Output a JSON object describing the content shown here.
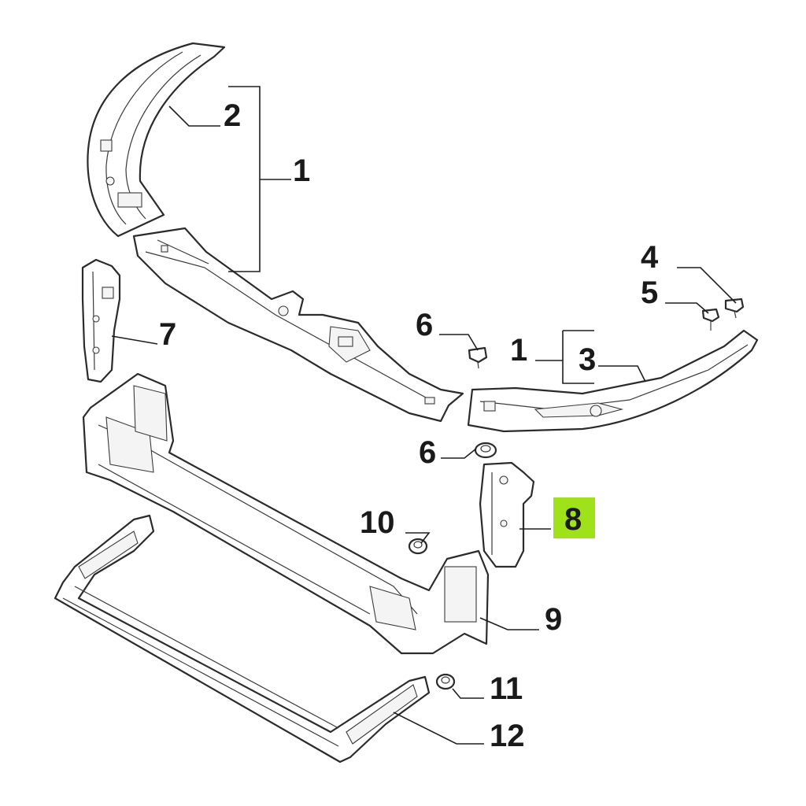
{
  "callouts": [
    {
      "id": "c1_top",
      "text": "1"
    },
    {
      "id": "c2",
      "text": "2"
    },
    {
      "id": "c4",
      "text": "4"
    },
    {
      "id": "c5",
      "text": "5"
    },
    {
      "id": "c6_top",
      "text": "6"
    },
    {
      "id": "c1_right",
      "text": "1"
    },
    {
      "id": "c3",
      "text": "3"
    },
    {
      "id": "c7",
      "text": "7"
    },
    {
      "id": "c6_mid",
      "text": "6"
    },
    {
      "id": "c8",
      "text": "8"
    },
    {
      "id": "c10",
      "text": "10"
    },
    {
      "id": "c9",
      "text": "9"
    },
    {
      "id": "c11",
      "text": "11"
    },
    {
      "id": "c12",
      "text": "12"
    }
  ],
  "highlight": {
    "callout": "8",
    "color": "#9fe21a"
  },
  "colors": {
    "line": "#2b2b2b",
    "background": "#ffffff"
  }
}
